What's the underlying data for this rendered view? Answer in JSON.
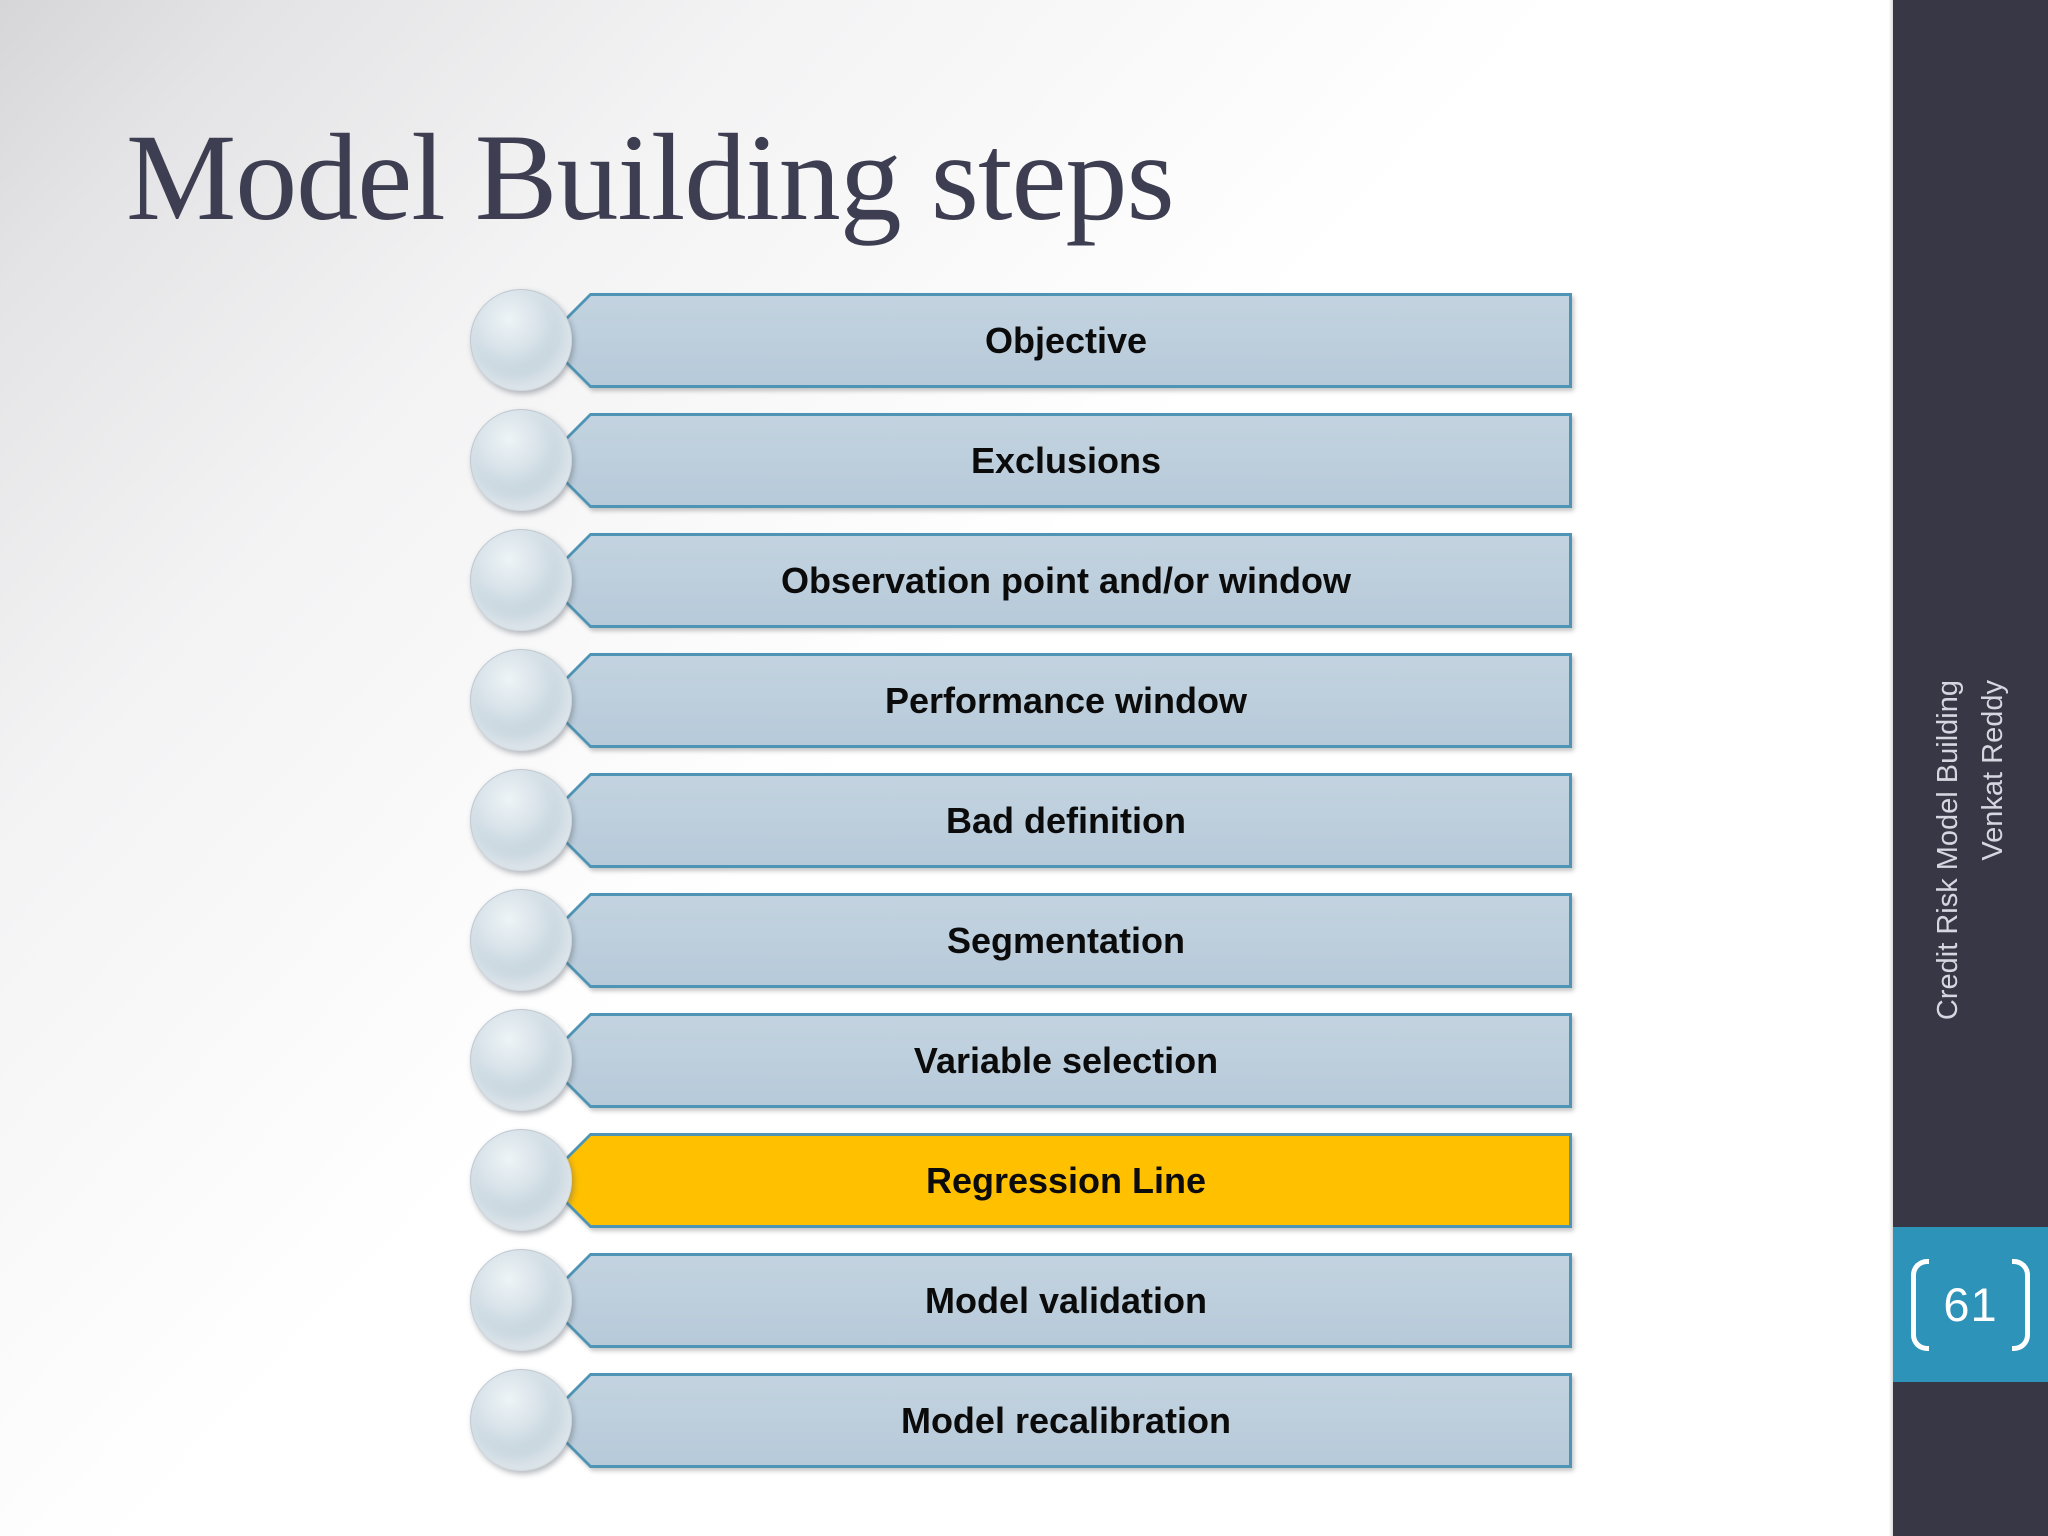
{
  "slide": {
    "title": "Model Building steps",
    "steps": [
      {
        "label": "Objective",
        "highlighted": false
      },
      {
        "label": "Exclusions",
        "highlighted": false
      },
      {
        "label": "Observation point and/or window",
        "highlighted": false
      },
      {
        "label": "Performance window",
        "highlighted": false
      },
      {
        "label": "Bad definition",
        "highlighted": false
      },
      {
        "label": "Segmentation",
        "highlighted": false
      },
      {
        "label": "Variable selection",
        "highlighted": false
      },
      {
        "label": "Regression Line",
        "highlighted": true
      },
      {
        "label": "Model validation",
        "highlighted": false
      },
      {
        "label": "Model recalibration",
        "highlighted": false
      }
    ],
    "sidebar": {
      "footer_line1": "Credit Risk Model Building",
      "footer_line2": "Venkat Reddy",
      "page_number": "61"
    },
    "colors": {
      "title_color": "#3e3e52",
      "bar_fill": "#bccddb",
      "bar_border": "#4e94b5",
      "bar_highlight_fill": "#ffc000",
      "sidebar_bg": "#373746",
      "page_box_bg": "#2e93b8"
    }
  }
}
